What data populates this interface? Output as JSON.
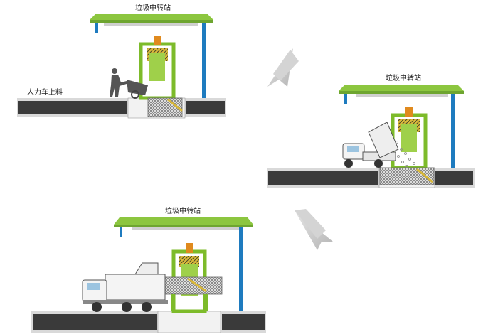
{
  "scenes": {
    "top_left": {
      "station_title": "垃圾中转站",
      "loading_label": "人力车上料"
    },
    "right": {
      "station_title": "垃圾中转站"
    },
    "bottom": {
      "station_title": "垃圾中转站"
    }
  },
  "colors": {
    "roof": "#8cc63f",
    "post": "#1e7bbf",
    "frame": "#7dbb2a",
    "road_dark": "#3a3a3a",
    "road_light": "#d9d9d9",
    "arrow": "#c8c8c8"
  },
  "icons": [
    "worker-icon",
    "handcart-icon",
    "small-truck-icon",
    "compactor-truck-icon",
    "flow-arrow-icon"
  ]
}
